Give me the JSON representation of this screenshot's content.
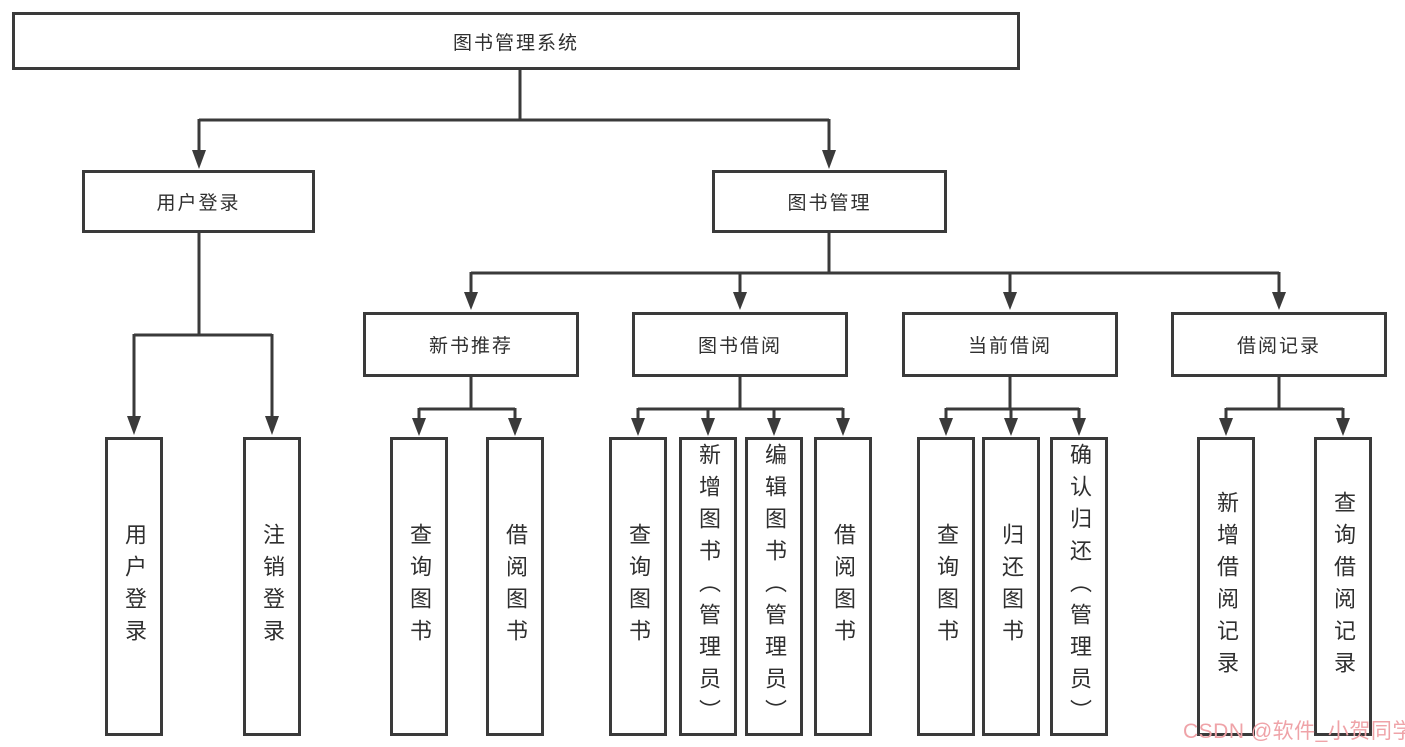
{
  "diagram": {
    "root": {
      "label": "图书管理系统"
    },
    "branches": [
      {
        "label": "用户登录",
        "children": [
          {
            "label": "用户登录"
          },
          {
            "label": "注销登录"
          }
        ]
      },
      {
        "label": "图书管理",
        "children": [
          {
            "label": "新书推荐",
            "children": [
              {
                "label": "查询图书"
              },
              {
                "label": "借阅图书"
              }
            ]
          },
          {
            "label": "图书借阅",
            "children": [
              {
                "label": "查询图书"
              },
              {
                "label": "新增图书（管理员）"
              },
              {
                "label": "编辑图书（管理员）"
              },
              {
                "label": "借阅图书"
              }
            ]
          },
          {
            "label": "当前借阅",
            "children": [
              {
                "label": "查询图书"
              },
              {
                "label": "归还图书"
              },
              {
                "label": "确认归还（管理员）"
              }
            ]
          },
          {
            "label": "借阅记录",
            "children": [
              {
                "label": "新增借阅记录"
              },
              {
                "label": "查询借阅记录"
              }
            ]
          }
        ]
      }
    ]
  },
  "watermark": {
    "text": "CSDN @软件_小贺同学",
    "color": "#efa3a8"
  },
  "colors": {
    "line": "#3a3a3a",
    "border": "#3a3a3a",
    "text": "#2f2f2f",
    "background": "#ffffff"
  }
}
